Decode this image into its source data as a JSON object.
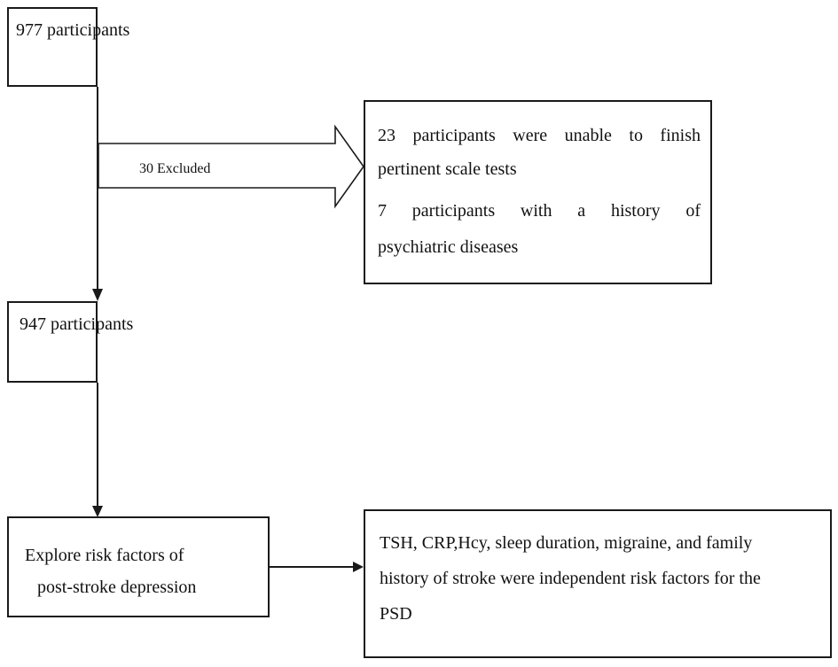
{
  "flowchart": {
    "start_box": {
      "text": "977 participants"
    },
    "excluded_label": "30 Excluded",
    "exclusion_box": {
      "lines": [
        "23 participants were unable to finish",
        "pertinent scale tests",
        "7 participants with a history of",
        "psychiatric diseases"
      ]
    },
    "remaining_box": {
      "text": "947 participants"
    },
    "analysis_box": {
      "lines": [
        "Explore risk factors of",
        "post-stroke depression"
      ]
    },
    "result_box": {
      "lines": [
        "TSH, CRP,Hcy, sleep duration, migraine, and family",
        "history of stroke were independent risk factors for the",
        "PSD"
      ]
    }
  }
}
